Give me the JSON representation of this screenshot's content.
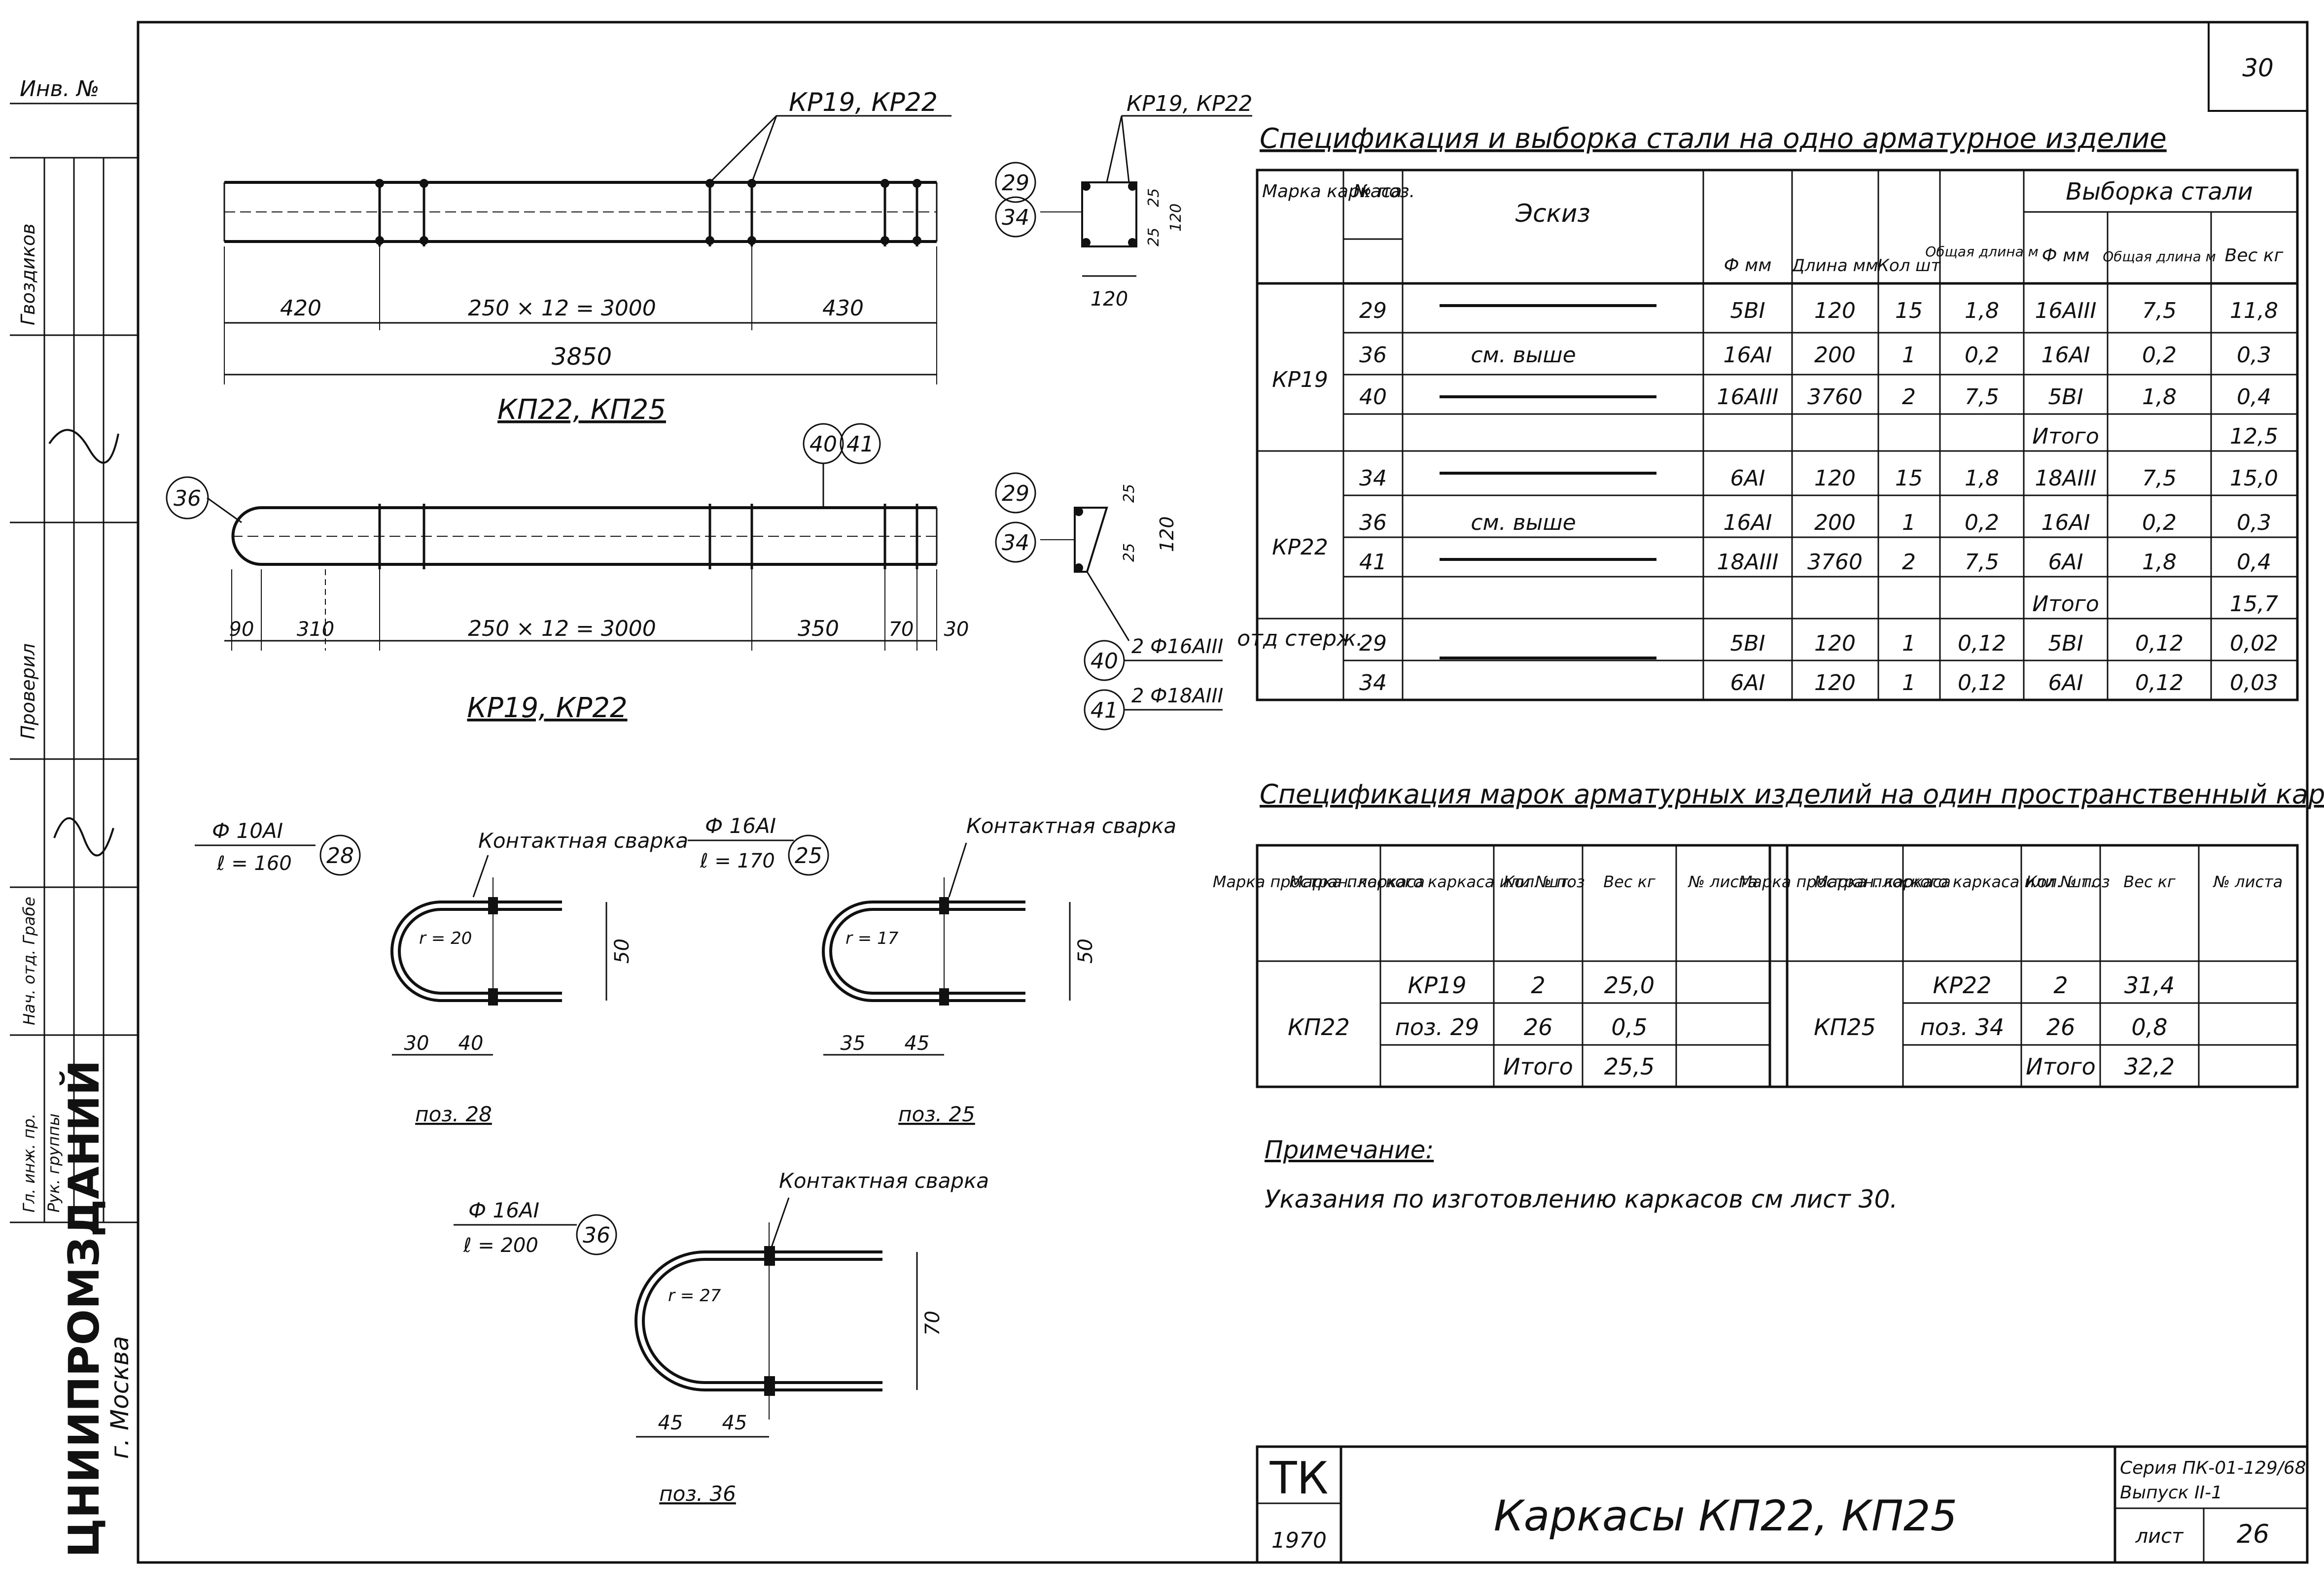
{
  "page_number": "30",
  "sheet_number": "26",
  "sheet_label": "лист",
  "series": "Серия ПК-01-129/68",
  "issue": "Выпуск II-1",
  "stamp_code": "ТК",
  "year": "1970",
  "drawing_title": "Каркасы КП22, КП25",
  "organization": "ЦНИИПРОМЗДАНИЙ",
  "city": "г. Москва",
  "left_strip": [
    "Инв. №",
    "Гвоздиков",
    "Проверил",
    "Нач. отд. Грабе",
    "Рук. группы",
    "Гл. инж. пр."
  ],
  "frame_top": {
    "leader_label": "КР19, КР22",
    "dims": [
      "420",
      "250 × 12 = 3000",
      "430"
    ],
    "overall": "3850",
    "caption": "КП22, КП25"
  },
  "frame_bottom": {
    "pos_tags": [
      "40",
      "41"
    ],
    "hook_pos": "36",
    "dims": [
      "90",
      "310",
      "250 × 12 = 3000",
      "350",
      "70",
      "30"
    ],
    "caption": "КР19, КР22"
  },
  "section_top": {
    "label": "КР19, КР22",
    "bubbles": [
      "29",
      "34"
    ],
    "dims": [
      "25",
      "25",
      "120",
      "120"
    ]
  },
  "section_bottom": {
    "bubbles": [
      "29",
      "34"
    ],
    "dims": [
      "25",
      "25",
      "120"
    ],
    "bar_bubbles": [
      {
        "pos": "40",
        "spec": "2 Ф16АIII"
      },
      {
        "pos": "41",
        "spec": "2 Ф18АIII"
      }
    ]
  },
  "hooks": [
    {
      "pos": "28",
      "dia": "Ф 10АI",
      "len": "ℓ = 160",
      "r": "r = 20",
      "dims": [
        "30",
        "40"
      ],
      "height": "50",
      "weld": "Контактная сварка",
      "caption": "поз. 28"
    },
    {
      "pos": "25",
      "dia": "Ф 16АI",
      "len": "ℓ = 170",
      "r": "r = 17",
      "dims": [
        "35",
        "45"
      ],
      "height": "50",
      "weld": "Контактная сварка",
      "caption": "поз. 25"
    },
    {
      "pos": "36",
      "dia": "Ф 16АI",
      "len": "ℓ = 200",
      "r": "r = 27",
      "dims": [
        "45",
        "45"
      ],
      "height": "70",
      "weld": "Контактная сварка",
      "caption": "поз. 36"
    }
  ],
  "spec_table": {
    "title": "Спецификация и выборка стали на одно арматурное изделие",
    "headers": [
      "Марка каркаса",
      "№ поз.",
      "Эскиз",
      "Ф мм",
      "Длина мм",
      "Кол шт",
      "Общая длина м",
      "Выборка стали",
      "Ф мм",
      "Общая длина м",
      "Вес кг"
    ],
    "rows": [
      [
        "КР19",
        "29",
        "",
        "5ВI",
        "120",
        "15",
        "1,8",
        "16АIII",
        "7,5",
        "11,8"
      ],
      [
        "",
        "36",
        "см. выше",
        "16АI",
        "200",
        "1",
        "0,2",
        "16АI",
        "0,2",
        "0,3"
      ],
      [
        "",
        "40",
        "",
        "16АIII",
        "3760",
        "2",
        "7,5",
        "5ВI",
        "1,8",
        "0,4"
      ],
      [
        "",
        "",
        "",
        "",
        "",
        "",
        "",
        "Итого",
        "",
        "12,5"
      ],
      [
        "КР22",
        "34",
        "",
        "6АI",
        "120",
        "15",
        "1,8",
        "18АIII",
        "7,5",
        "15,0"
      ],
      [
        "",
        "36",
        "см. выше",
        "16АI",
        "200",
        "1",
        "0,2",
        "16АI",
        "0,2",
        "0,3"
      ],
      [
        "",
        "41",
        "",
        "18АIII",
        "3760",
        "2",
        "7,5",
        "6АI",
        "1,8",
        "0,4"
      ],
      [
        "",
        "",
        "",
        "",
        "",
        "",
        "",
        "Итого",
        "",
        "15,7"
      ],
      [
        "отд стерж.",
        "29",
        "",
        "5ВI",
        "120",
        "1",
        "0,12",
        "5ВI",
        "0,12",
        "0,02"
      ],
      [
        "",
        "34",
        "",
        "6АI",
        "120",
        "1",
        "0,12",
        "6АI",
        "0,12",
        "0,03"
      ]
    ]
  },
  "marks_table": {
    "title": "Спецификация марок арматурных изделий на один пространственный каркас",
    "headers": [
      "Марка простран. каркаса",
      "Марка плоского каркаса или № поз",
      "Кол. шт.",
      "Вес кг",
      "№ листа"
    ],
    "left": [
      [
        "",
        "КР19",
        "2",
        "25,0",
        ""
      ],
      [
        "КП22",
        "поз. 29",
        "26",
        "0,5",
        ""
      ],
      [
        "",
        "",
        "Итого",
        "25,5",
        ""
      ]
    ],
    "right": [
      [
        "",
        "КР22",
        "2",
        "31,4",
        ""
      ],
      [
        "КП25",
        "поз. 34",
        "26",
        "0,8",
        ""
      ],
      [
        "",
        "",
        "Итого",
        "32,2",
        ""
      ]
    ]
  },
  "note_title": "Примечание:",
  "note_text": "Указания по изготовлению каркасов см лист 30."
}
